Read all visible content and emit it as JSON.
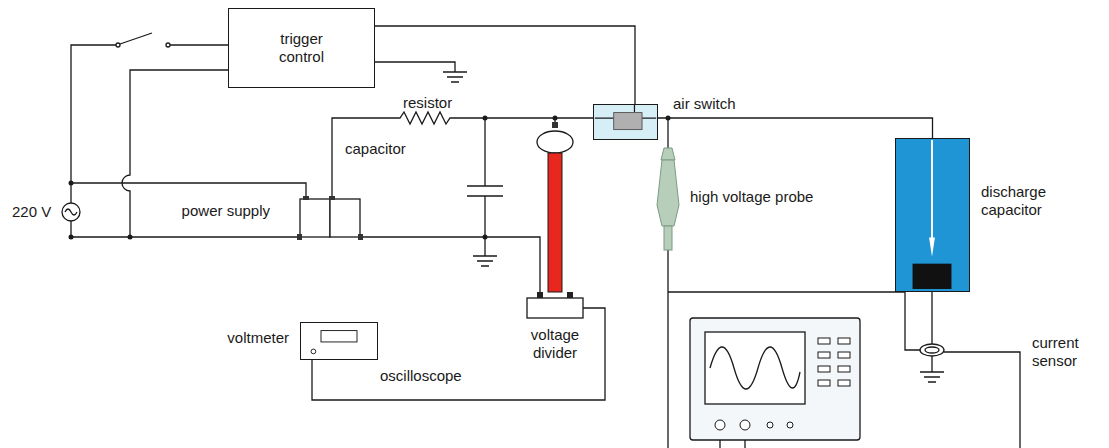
{
  "diagram": {
    "nodes": [
      {
        "text": [
          "trigger control"
        ]
      },
      {
        "text": [
          "power supply"
        ]
      },
      {
        "text": [
          "air switch"
        ]
      },
      {
        "text": [
          "discharge capacitor"
        ]
      },
      {
        "text": [
          "voltmeter"
        ]
      },
      {
        "text": [
          "voltage divider"
        ]
      }
    ],
    "edges": [
      {
        "from": 0,
        "to": 2,
        "arrow": "none"
      },
      {
        "from": 2,
        "to": 3,
        "arrow": "none"
      },
      {
        "from": 4,
        "to": 5,
        "arrow": "none"
      }
    ],
    "labels": [
      "220 V",
      "resistor",
      "capacitor",
      "high voltage probe",
      "oscilloscope",
      "current sensor"
    ]
  }
}
